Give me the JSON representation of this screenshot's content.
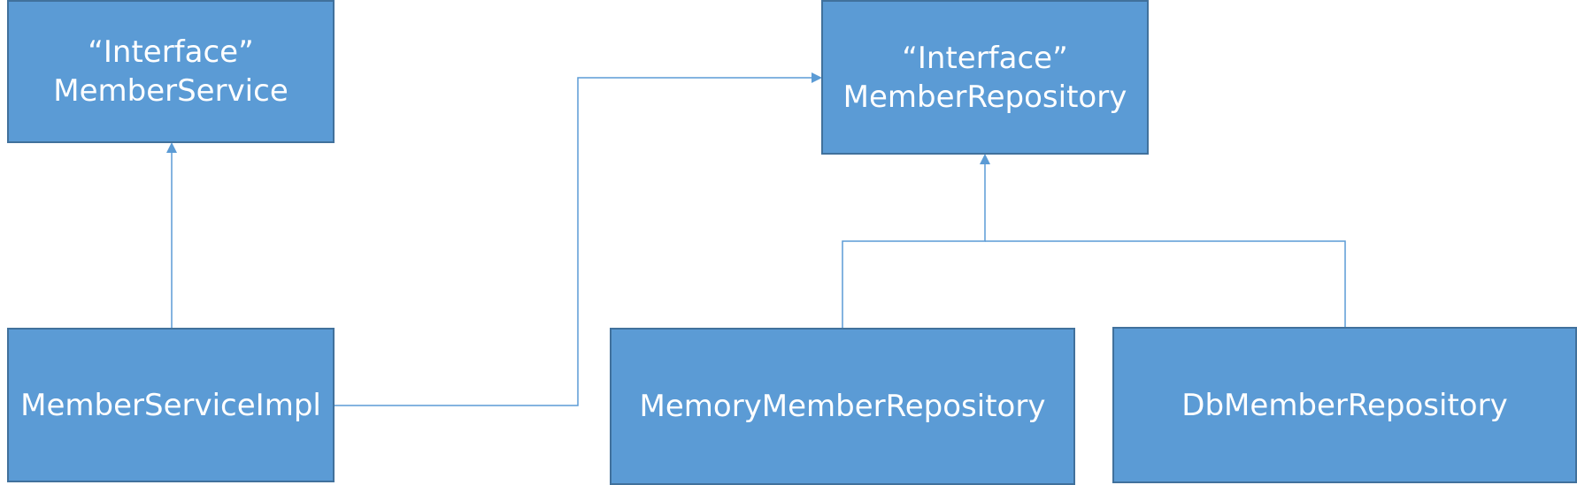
{
  "colors": {
    "box_fill": "#5b9bd5",
    "box_border": "#41719c",
    "box_text": "#ffffff",
    "connector": "#5b9bd5"
  },
  "nodes": {
    "member_service": {
      "stereotype": "“Interface”",
      "name": "MemberService"
    },
    "member_repository": {
      "stereotype": "“Interface”",
      "name": "MemberRepository"
    },
    "member_service_impl": {
      "name": "MemberServiceImpl"
    },
    "memory_member_repository": {
      "name": "MemoryMemberRepository"
    },
    "db_member_repository": {
      "name": "DbMemberRepository"
    }
  },
  "edges": [
    {
      "from": "member_service_impl",
      "to": "member_service",
      "kind": "implements"
    },
    {
      "from": "member_service_impl",
      "to": "member_repository",
      "kind": "depends-on"
    },
    {
      "from": "memory_member_repository",
      "to": "member_repository",
      "kind": "implements"
    },
    {
      "from": "db_member_repository",
      "to": "member_repository",
      "kind": "implements"
    }
  ]
}
